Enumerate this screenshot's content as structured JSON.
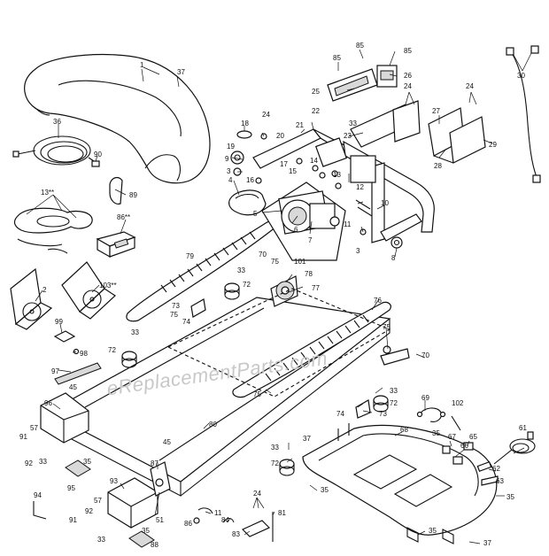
{
  "watermark": "eReplacementParts.com",
  "callouts": [
    {
      "id": "c-1",
      "text": "1"
    },
    {
      "id": "c-37a",
      "text": "37"
    },
    {
      "id": "c-36",
      "text": "36"
    },
    {
      "id": "c-90",
      "text": "90"
    },
    {
      "id": "c-89",
      "text": "89"
    },
    {
      "id": "c-13",
      "text": "13**"
    },
    {
      "id": "c-86",
      "text": "86**"
    },
    {
      "id": "c-2",
      "text": "2"
    },
    {
      "id": "c-103",
      "text": "103**"
    },
    {
      "id": "c-99",
      "text": "99"
    },
    {
      "id": "c-98",
      "text": "98"
    },
    {
      "id": "c-97",
      "text": "97"
    },
    {
      "id": "c-45a",
      "text": "45"
    },
    {
      "id": "c-96",
      "text": "96"
    },
    {
      "id": "c-57a",
      "text": "57"
    },
    {
      "id": "c-91a",
      "text": "91"
    },
    {
      "id": "c-92a",
      "text": "92"
    },
    {
      "id": "c-33a",
      "text": "33"
    },
    {
      "id": "c-35a",
      "text": "35"
    },
    {
      "id": "c-95",
      "text": "95"
    },
    {
      "id": "c-94",
      "text": "94"
    },
    {
      "id": "c-93",
      "text": "93"
    },
    {
      "id": "c-57b",
      "text": "57"
    },
    {
      "id": "c-91b",
      "text": "91"
    },
    {
      "id": "c-92b",
      "text": "92"
    },
    {
      "id": "c-33b",
      "text": "33"
    },
    {
      "id": "c-35b",
      "text": "35"
    },
    {
      "id": "c-88",
      "text": "88"
    },
    {
      "id": "c-51",
      "text": "51"
    },
    {
      "id": "c-87",
      "text": "87"
    },
    {
      "id": "c-80",
      "text": "80"
    },
    {
      "id": "c-45b",
      "text": "45"
    },
    {
      "id": "c-79",
      "text": "79"
    },
    {
      "id": "c-73a",
      "text": "73"
    },
    {
      "id": "c-75a",
      "text": "75"
    },
    {
      "id": "c-74a",
      "text": "74"
    },
    {
      "id": "c-33c",
      "text": "33"
    },
    {
      "id": "c-72a",
      "text": "72"
    },
    {
      "id": "c-70a",
      "text": "70"
    },
    {
      "id": "c-75b",
      "text": "75"
    },
    {
      "id": "c-33d",
      "text": "33"
    },
    {
      "id": "c-72b",
      "text": "72"
    },
    {
      "id": "c-101",
      "text": "101"
    },
    {
      "id": "c-78",
      "text": "78"
    },
    {
      "id": "c-77",
      "text": "77"
    },
    {
      "id": "c-76",
      "text": "76"
    },
    {
      "id": "c-75c",
      "text": "75"
    },
    {
      "id": "c-75d",
      "text": "75"
    },
    {
      "id": "c-70b",
      "text": "70"
    },
    {
      "id": "c-33e",
      "text": "33"
    },
    {
      "id": "c-72c",
      "text": "72"
    },
    {
      "id": "c-74b",
      "text": "74"
    },
    {
      "id": "c-73b",
      "text": "73"
    },
    {
      "id": "c-69",
      "text": "69"
    },
    {
      "id": "c-102",
      "text": "102"
    },
    {
      "id": "c-61",
      "text": "61"
    },
    {
      "id": "c-68",
      "text": "68"
    },
    {
      "id": "c-35c",
      "text": "35"
    },
    {
      "id": "c-67",
      "text": "67"
    },
    {
      "id": "c-66",
      "text": "66"
    },
    {
      "id": "c-65",
      "text": "65"
    },
    {
      "id": "c-62",
      "text": "62"
    },
    {
      "id": "c-63",
      "text": "63"
    },
    {
      "id": "c-35d",
      "text": "35"
    },
    {
      "id": "c-37b",
      "text": "37"
    },
    {
      "id": "c-33f",
      "text": "33"
    },
    {
      "id": "c-72d",
      "text": "72"
    },
    {
      "id": "c-35e",
      "text": "35"
    },
    {
      "id": "c-35f",
      "text": "35"
    },
    {
      "id": "c-37c",
      "text": "37"
    },
    {
      "id": "c-24a",
      "text": "24"
    },
    {
      "id": "c-81",
      "text": "81"
    },
    {
      "id": "c-83",
      "text": "83"
    },
    {
      "id": "c-84",
      "text": "84"
    },
    {
      "id": "c-11a",
      "text": "11"
    },
    {
      "id": "c-86b",
      "text": "86"
    },
    {
      "id": "c-18",
      "text": "18"
    },
    {
      "id": "c-24b",
      "text": "24"
    },
    {
      "id": "c-20",
      "text": "20"
    },
    {
      "id": "c-19",
      "text": "19"
    },
    {
      "id": "c-9",
      "text": "9"
    },
    {
      "id": "c-3a",
      "text": "3"
    },
    {
      "id": "c-4",
      "text": "4"
    },
    {
      "id": "c-5",
      "text": "5"
    },
    {
      "id": "c-6",
      "text": "6"
    },
    {
      "id": "c-7",
      "text": "7"
    },
    {
      "id": "c-16",
      "text": "16"
    },
    {
      "id": "c-17",
      "text": "17"
    },
    {
      "id": "c-15",
      "text": "15"
    },
    {
      "id": "c-14",
      "text": "14"
    },
    {
      "id": "c-13b",
      "text": "13"
    },
    {
      "id": "c-12",
      "text": "12"
    },
    {
      "id": "c-22",
      "text": "22"
    },
    {
      "id": "c-21",
      "text": "21"
    },
    {
      "id": "c-11b",
      "text": "11"
    },
    {
      "id": "c-3b",
      "text": "3"
    },
    {
      "id": "c-10",
      "text": "10"
    },
    {
      "id": "c-8",
      "text": "8"
    },
    {
      "id": "c-23",
      "text": "23"
    },
    {
      "id": "c-33g",
      "text": "33"
    },
    {
      "id": "c-25",
      "text": "25"
    },
    {
      "id": "c-85a",
      "text": "85"
    },
    {
      "id": "c-85b",
      "text": "85"
    },
    {
      "id": "c-85c",
      "text": "85"
    },
    {
      "id": "c-26",
      "text": "26"
    },
    {
      "id": "c-24c",
      "text": "24"
    },
    {
      "id": "c-24d",
      "text": "24"
    },
    {
      "id": "c-27",
      "text": "27"
    },
    {
      "id": "c-28",
      "text": "28"
    },
    {
      "id": "c-29",
      "text": "29"
    },
    {
      "id": "c-30",
      "text": "30"
    }
  ]
}
